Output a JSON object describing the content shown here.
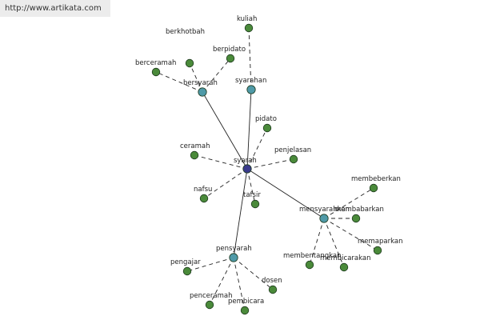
{
  "watermark": {
    "url": "http://www.artikata.com"
  },
  "colors": {
    "center": "#3a3a8c",
    "hub": "#4f9aa8",
    "leaf": "#4a8a3a",
    "outline": "#1e3a1e",
    "edge": "#222222"
  },
  "graph": {
    "center": "syarah",
    "hubs": [
      "bersyarah",
      "syarahan",
      "mensyarahkan",
      "pensyarah"
    ],
    "nodes": [
      {
        "id": "syarah",
        "label": "syarah",
        "kind": "center"
      },
      {
        "id": "bersyarah",
        "label": "bersyarah",
        "kind": "hub"
      },
      {
        "id": "syarahan",
        "label": "syarahan",
        "kind": "hub"
      },
      {
        "id": "mensyarahkan",
        "label": "mensyarahkan",
        "kind": "hub"
      },
      {
        "id": "pensyarah",
        "label": "pensyarah",
        "kind": "hub"
      },
      {
        "id": "berkhotbah",
        "label": "berkhotbah",
        "kind": "leaf"
      },
      {
        "id": "berpidato",
        "label": "berpidato",
        "kind": "leaf"
      },
      {
        "id": "berceramah",
        "label": "berceramah",
        "kind": "leaf"
      },
      {
        "id": "kuliah",
        "label": "kuliah",
        "kind": "leaf"
      },
      {
        "id": "pidato",
        "label": "pidato",
        "kind": "leaf"
      },
      {
        "id": "penjelasan",
        "label": "penjelasan",
        "kind": "leaf"
      },
      {
        "id": "ceramah",
        "label": "ceramah",
        "kind": "leaf"
      },
      {
        "id": "nafsu",
        "label": "nafsu",
        "kind": "leaf"
      },
      {
        "id": "tafsir",
        "label": "tafsir",
        "kind": "leaf"
      },
      {
        "id": "membeberkan",
        "label": "membeberkan",
        "kind": "leaf"
      },
      {
        "id": "membabarkan",
        "label": "membabarkan",
        "kind": "leaf"
      },
      {
        "id": "memaparkan",
        "label": "memaparkan",
        "kind": "leaf"
      },
      {
        "id": "membentangkan",
        "label": "membentangkan",
        "kind": "leaf"
      },
      {
        "id": "membicarakan",
        "label": "membicarakan",
        "kind": "leaf"
      },
      {
        "id": "pengajar",
        "label": "pengajar",
        "kind": "leaf"
      },
      {
        "id": "dosen",
        "label": "dosen",
        "kind": "leaf"
      },
      {
        "id": "penceramah",
        "label": "penceramah",
        "kind": "leaf"
      },
      {
        "id": "pembicara",
        "label": "pembicara",
        "kind": "leaf"
      }
    ],
    "edges": [
      {
        "from": "syarah",
        "to": "bersyarah",
        "style": "solid"
      },
      {
        "from": "syarah",
        "to": "syarahan",
        "style": "solid"
      },
      {
        "from": "syarah",
        "to": "mensyarahkan",
        "style": "solid"
      },
      {
        "from": "syarah",
        "to": "pensyarah",
        "style": "solid"
      },
      {
        "from": "bersyarah",
        "to": "berkhotbah",
        "style": "dashed"
      },
      {
        "from": "bersyarah",
        "to": "berpidato",
        "style": "dashed"
      },
      {
        "from": "bersyarah",
        "to": "berceramah",
        "style": "dashed"
      },
      {
        "from": "syarahan",
        "to": "kuliah",
        "style": "dashed"
      },
      {
        "from": "syarah",
        "to": "pidato",
        "style": "dashed"
      },
      {
        "from": "syarah",
        "to": "penjelasan",
        "style": "dashed"
      },
      {
        "from": "syarah",
        "to": "ceramah",
        "style": "dashed"
      },
      {
        "from": "syarah",
        "to": "nafsu",
        "style": "dashed"
      },
      {
        "from": "syarah",
        "to": "tafsir",
        "style": "dashed"
      },
      {
        "from": "mensyarahkan",
        "to": "membeberkan",
        "style": "dashed"
      },
      {
        "from": "mensyarahkan",
        "to": "membabarkan",
        "style": "dashed"
      },
      {
        "from": "mensyarahkan",
        "to": "memaparkan",
        "style": "dashed"
      },
      {
        "from": "mensyarahkan",
        "to": "membentangkan",
        "style": "dashed"
      },
      {
        "from": "mensyarahkan",
        "to": "membicarakan",
        "style": "dashed"
      },
      {
        "from": "pensyarah",
        "to": "pengajar",
        "style": "dashed"
      },
      {
        "from": "pensyarah",
        "to": "dosen",
        "style": "dashed"
      },
      {
        "from": "pensyarah",
        "to": "penceramah",
        "style": "dashed"
      },
      {
        "from": "pensyarah",
        "to": "pembicara",
        "style": "dashed"
      }
    ]
  }
}
